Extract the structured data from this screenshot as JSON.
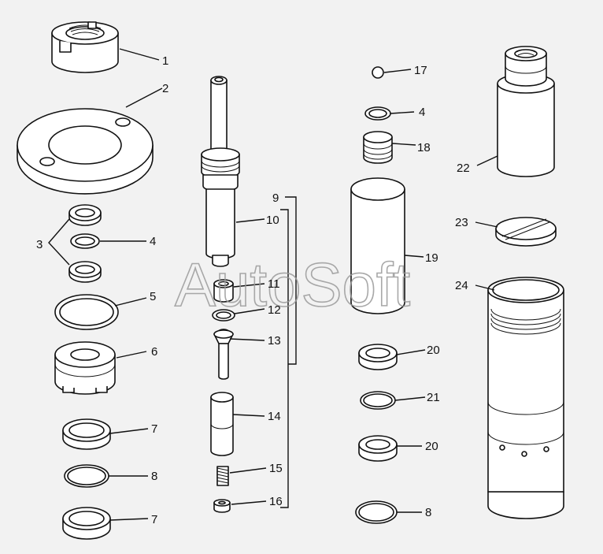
{
  "watermark": "AutoSoft",
  "callouts": {
    "c1": "1",
    "c2": "2",
    "c3": "3",
    "c4a": "4",
    "c5": "5",
    "c6": "6",
    "c7a": "7",
    "c8a": "8",
    "c7b": "7",
    "c9": "9",
    "c10": "10",
    "c11": "11",
    "c12": "12",
    "c13": "13",
    "c14": "14",
    "c15": "15",
    "c16": "16",
    "c17": "17",
    "c4b": "4",
    "c18": "18",
    "c19": "19",
    "c20a": "20",
    "c21": "21",
    "c20b": "20",
    "c8b": "8",
    "c22": "22",
    "c23": "23",
    "c24": "24"
  }
}
